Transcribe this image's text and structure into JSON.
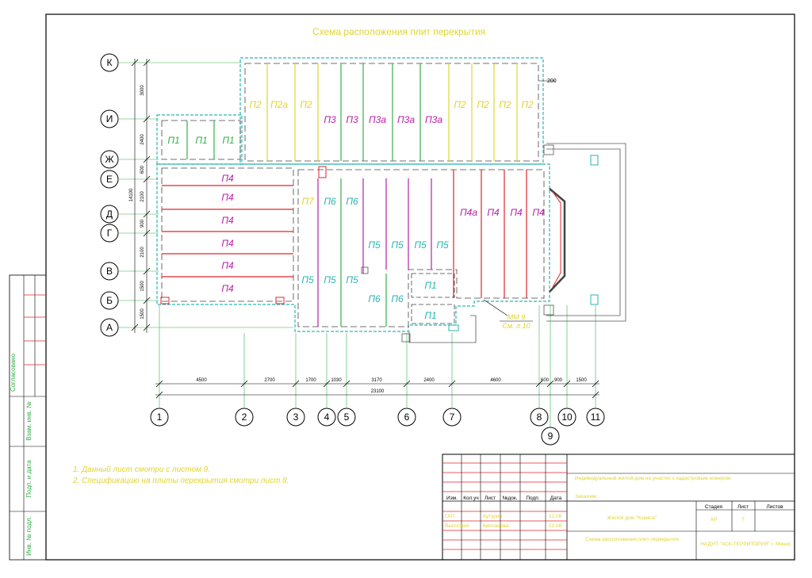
{
  "title": "Схема расположения плит перекрытия",
  "axes_letters": [
    "К",
    "И",
    "Ж",
    "Е",
    "Д",
    "Г",
    "В",
    "Б",
    "А"
  ],
  "axes_numbers": [
    "1",
    "2",
    "3",
    "4",
    "5",
    "6",
    "7",
    "8",
    "9",
    "10",
    "11"
  ],
  "left_dims": {
    "total": "14100",
    "parts": [
      "3000",
      "2400",
      "600",
      "2100",
      "900",
      "2100",
      "1500",
      "1500"
    ]
  },
  "bottom_dims": {
    "parts": [
      "4500",
      "2700",
      "1700",
      "1030",
      "3170",
      "2400",
      "4600",
      "600",
      "900",
      "1500"
    ],
    "total": "23100"
  },
  "dim_200": "200",
  "slabs": {
    "p1": "П1",
    "p2": "П2",
    "p2a": "П2а",
    "p3": "П3",
    "p3a": "П3а",
    "p4": "П4",
    "p4a": "П4а",
    "p5": "П5",
    "p6": "П6",
    "p7": "П7"
  },
  "callout": {
    "line1": "ММ 9",
    "line2": "См. л.10"
  },
  "notes": [
    "1. Данный лист смотри с листом 9.",
    "2. Спецификацию на плиты перекрытия смотри лист 8."
  ],
  "side_stamp": {
    "agreed": "Согласовано",
    "inv_replace": "Взам. инв. №",
    "sign_date": "Подп. и дата",
    "inv_orig": "Инв. № подл."
  },
  "title_block": {
    "headers": [
      "Изм.",
      "Кол.уч",
      "Лист",
      "№док.",
      "Подп.",
      "Дата"
    ],
    "rows": [
      {
        "role": "ГАП",
        "name": "Кутурин",
        "date": "12.08"
      },
      {
        "role": "Выполнил",
        "name": "Кипланова",
        "date": "12.08"
      }
    ],
    "project": "Индивидуальный жилой дом на участке с кадастровым номером",
    "customer": "Заказчик:",
    "building": "Жилой дом \"Комата\"",
    "sheet_title": "Схема расположения плит перекрытия",
    "stage_label": "Стадия",
    "sheet_label": "Лист",
    "sheets_label": "Листов",
    "stage": "АР",
    "sheet": "7",
    "org": "НАДУП \"АСК-ТЕРРИТОРИЯ\" г. Минск"
  },
  "colors": {
    "frame": "#000000",
    "green": "#35b04a",
    "yellow": "#e0d430",
    "red": "#e0242c",
    "magenta": "#b81fa8",
    "cyan": "#2ab6b2",
    "gray": "#555555"
  }
}
